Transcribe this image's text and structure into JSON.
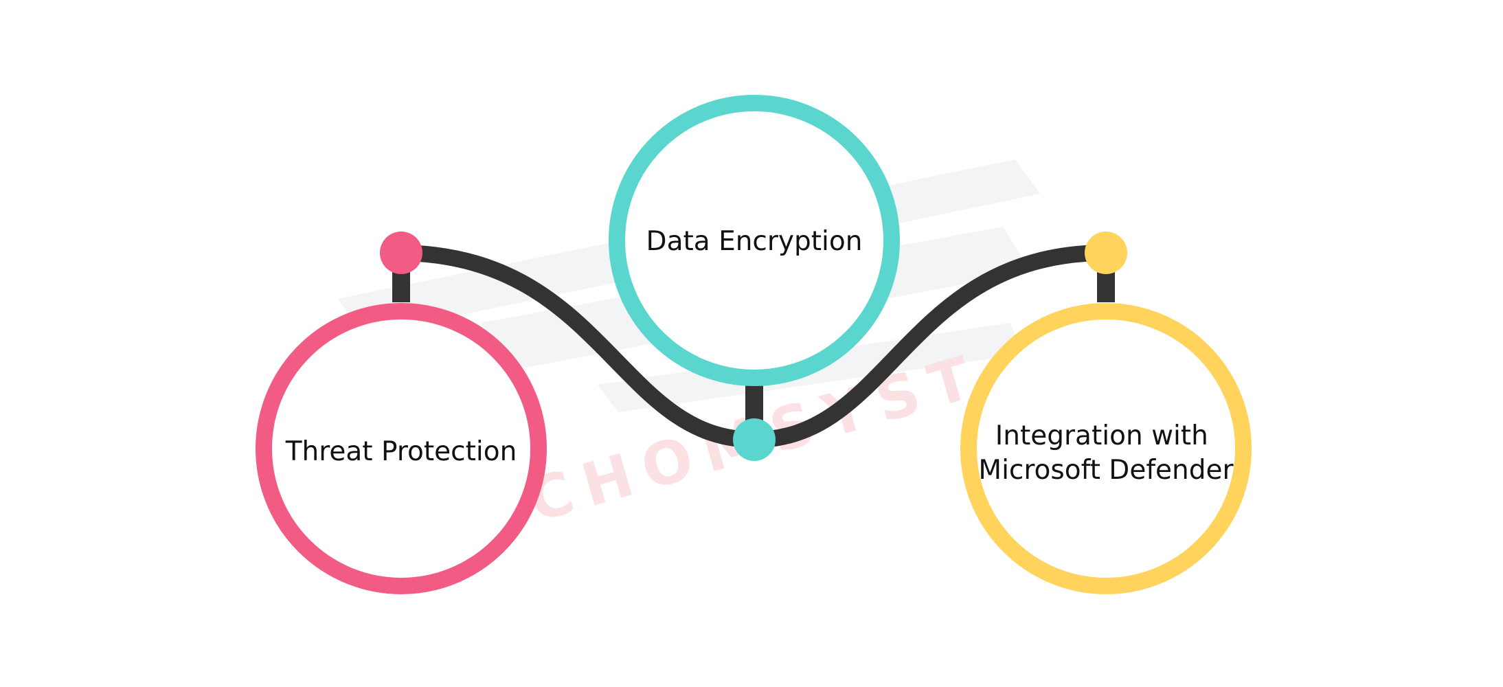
{
  "diagram": {
    "nodes": [
      {
        "id": "threat-protection",
        "lines": [
          "Threat Protection"
        ],
        "color": "#F25C84"
      },
      {
        "id": "data-encryption",
        "lines": [
          "Data Encryption"
        ],
        "color": "#5AD6CF"
      },
      {
        "id": "microsoft-defender",
        "lines": [
          "Integration with",
          "Microsoft Defender"
        ],
        "color": "#FFD35C"
      }
    ],
    "connector_color": "#333333",
    "watermark": {
      "text": "CHOMSYST",
      "text_color": "#FCE1E4",
      "shape_color": "#F2F4F6"
    }
  }
}
